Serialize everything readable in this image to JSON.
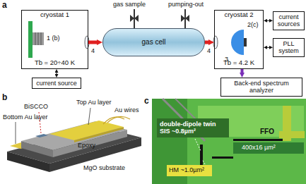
{
  "diagram": {
    "nodes": [
      {
        "text": [
          "cryostat 1",
          "Tb = 20÷40 K"
        ]
      },
      {
        "text": [
          "current source"
        ]
      },
      {
        "text": [
          "gas cell"
        ]
      },
      {
        "text": [
          "cryostat 2",
          "Tb = 4.2 K"
        ]
      },
      {
        "text": [
          "current sources"
        ]
      },
      {
        "text": [
          "PLL system"
        ]
      },
      {
        "text": [
          "Back-end spectrum analyzer"
        ]
      }
    ],
    "edges": [
      {
        "from": 0,
        "to": 2,
        "arrow": "to"
      },
      {
        "from": 2,
        "to": 3,
        "arrow": "to"
      },
      {
        "from": 0,
        "to": 1,
        "arrow": "both"
      },
      {
        "from": 3,
        "to": 4,
        "arrow": "both"
      },
      {
        "from": 3,
        "to": 5,
        "arrow": "both"
      },
      {
        "from": 3,
        "to": 6,
        "arrow": "to"
      }
    ],
    "labels": [
      "a",
      "1 (b)",
      "4",
      "gas sample",
      "pumping-out",
      "4",
      "2(c)",
      "3",
      "b",
      "BiSCCO",
      "Bottom Au layer",
      "Top Au layer",
      "Au wires",
      "Epoxy",
      "MgO substrate",
      "c",
      "double-dipole twin SIS ~0.8µm²",
      "HM ~1.0µm²",
      "FFO",
      "400x16 µm²"
    ]
  }
}
